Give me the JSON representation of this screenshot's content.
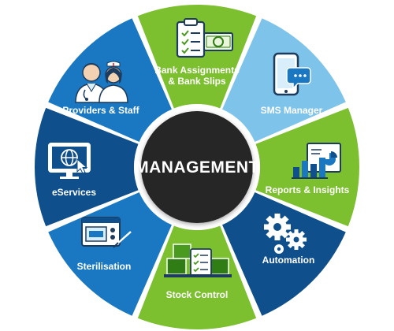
{
  "hub": {
    "label": "MANAGEMENT",
    "color": "#262626"
  },
  "colors": {
    "dark_blue": "#0e4f8c",
    "medium_blue": "#1a78c2",
    "light_blue": "#7ec3ea",
    "green": "#7cbf2f",
    "white": "#ffffff"
  },
  "segments": [
    {
      "name": "bank-assignments",
      "label_lines": [
        "Bank Assignments",
        "& Bank Slips"
      ],
      "icon": "clipboard-money-icon",
      "color": "#7cbf2f"
    },
    {
      "name": "sms-manager",
      "label_lines": [
        "SMS Manager"
      ],
      "icon": "smartphone-message-icon",
      "color": "#7ec3ea"
    },
    {
      "name": "reports-insights",
      "label_lines": [
        "Reports & Insights"
      ],
      "icon": "report-chart-icon",
      "color": "#7cbf2f"
    },
    {
      "name": "automation",
      "label_lines": [
        "Automation"
      ],
      "icon": "gears-icon",
      "color": "#0e4f8c"
    },
    {
      "name": "stock-control",
      "label_lines": [
        "Stock Control"
      ],
      "icon": "boxes-checklist-icon",
      "color": "#7cbf2f"
    },
    {
      "name": "sterilisation",
      "label_lines": [
        "Sterilisation"
      ],
      "icon": "steriliser-machine-icon",
      "color": "#1a78c2"
    },
    {
      "name": "eservices",
      "label_lines": [
        "eServices"
      ],
      "icon": "monitor-globe-icon",
      "color": "#0e4f8c"
    },
    {
      "name": "providers-staff",
      "label_lines": [
        "Providers & Staff"
      ],
      "icon": "doctor-nurse-icon",
      "color": "#1a78c2"
    }
  ]
}
